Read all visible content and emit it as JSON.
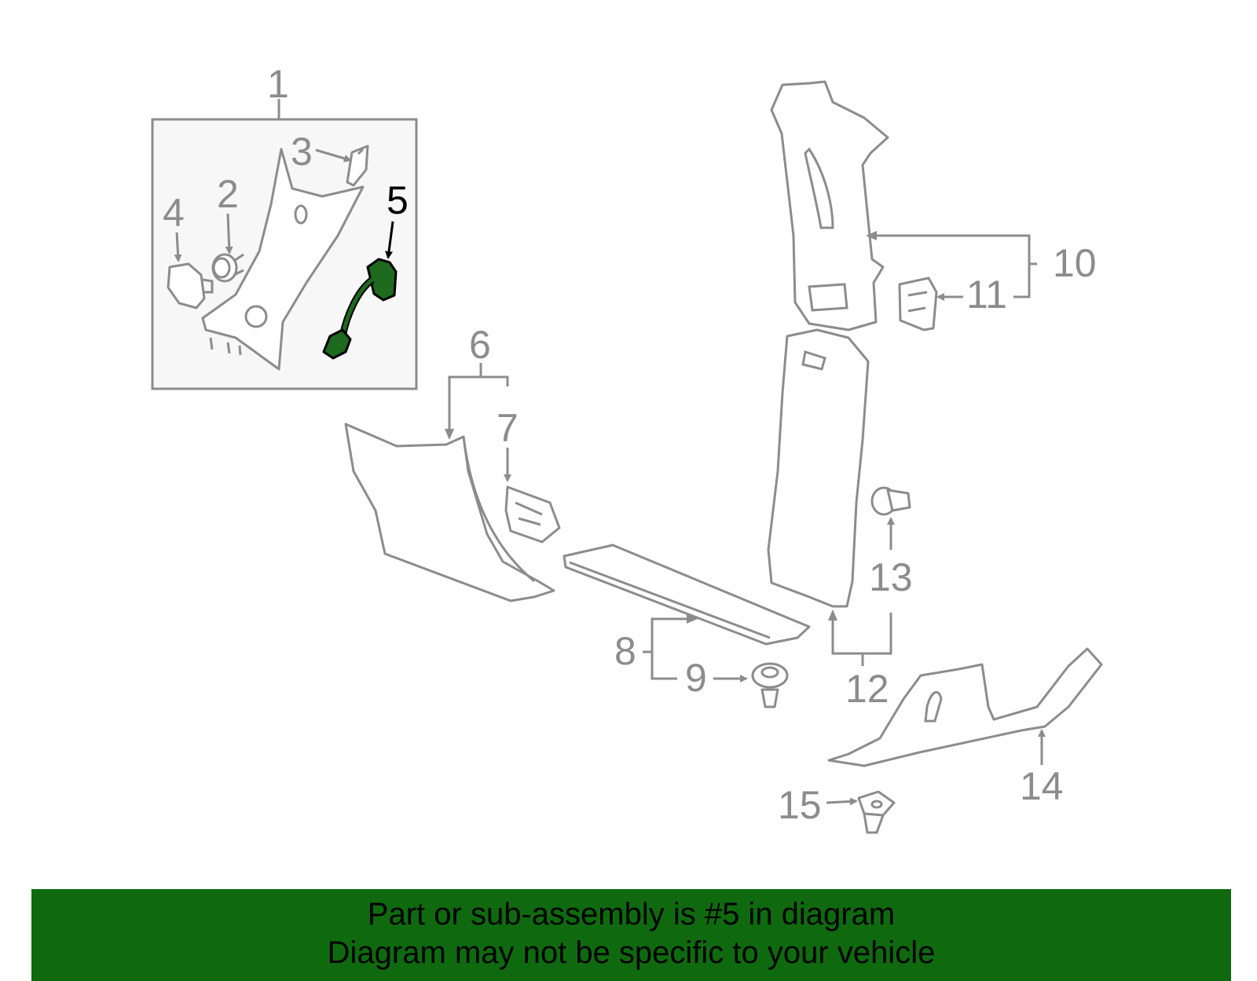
{
  "callouts": {
    "c1": "1",
    "c2": "2",
    "c3": "3",
    "c4": "4",
    "c5": "5",
    "c6": "6",
    "c7": "7",
    "c8": "8",
    "c9": "9",
    "c10": "10",
    "c11": "11",
    "c12": "12",
    "c13": "13",
    "c14": "14",
    "c15": "15"
  },
  "highlighted_part": "5",
  "colors": {
    "highlight": "#1e6a1e",
    "banner": "#0f6a0f",
    "line": "#8c8c8c"
  },
  "banner": {
    "line1": "Part or sub-assembly is #5 in diagram",
    "line2": "Diagram may not be specific to your vehicle"
  }
}
